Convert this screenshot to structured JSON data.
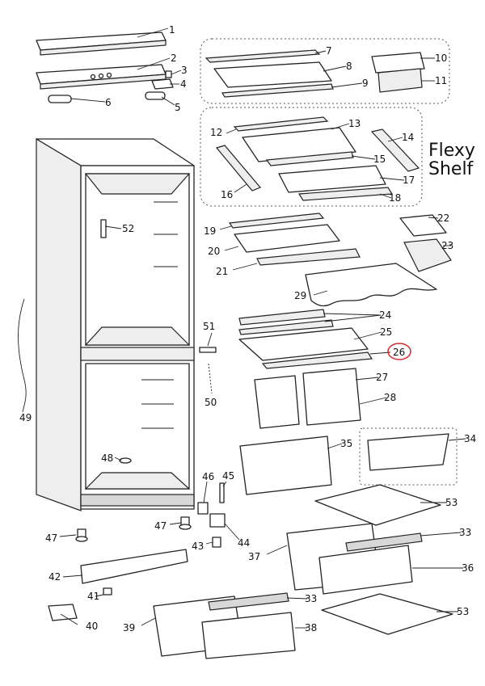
{
  "title": "Refrigerator exploded parts diagram",
  "flexy_shelf": {
    "line1": "Flexy",
    "line2": "Shelf"
  },
  "highlight_color": "#d9262b",
  "highlighted_part": "26",
  "labels": [
    "1",
    "2",
    "3",
    "4",
    "5",
    "6",
    "7",
    "8",
    "9",
    "10",
    "11",
    "12",
    "13",
    "14",
    "15",
    "16",
    "17",
    "18",
    "19",
    "20",
    "21",
    "22",
    "23",
    "24",
    "25",
    "26",
    "27",
    "28",
    "29",
    "33",
    "33",
    "34",
    "35",
    "36",
    "37",
    "38",
    "39",
    "40",
    "41",
    "42",
    "43",
    "44",
    "45",
    "46",
    "47",
    "47",
    "48",
    "49",
    "50",
    "51",
    "52",
    "53",
    "53"
  ]
}
